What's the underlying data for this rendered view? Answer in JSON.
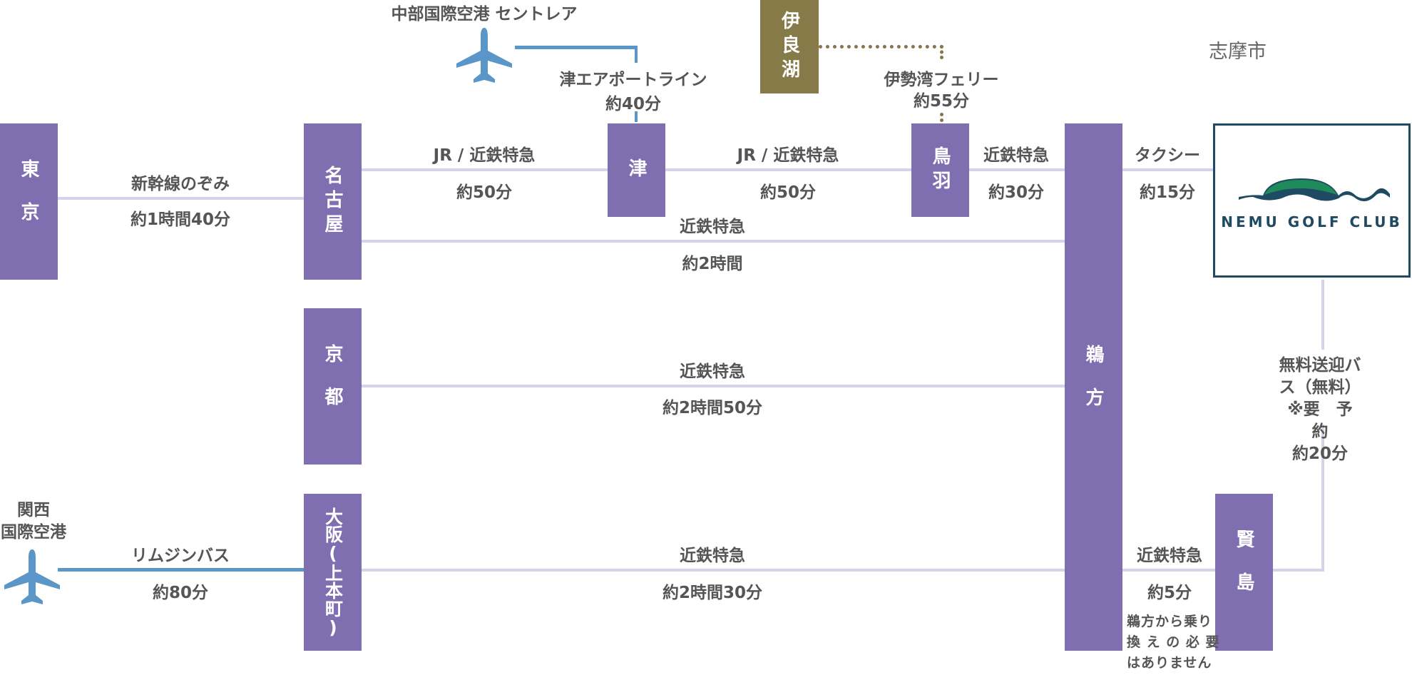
{
  "city_label": "志摩市",
  "stations": {
    "tokyo": "東京",
    "nagoya": "名古屋",
    "kyoto": "京都",
    "osaka": "大阪(上本町)",
    "tsu": "津",
    "toba": "鳥羽",
    "ugata": "鵜方",
    "kashikojima": "賢島",
    "irago": "伊良湖"
  },
  "airports": {
    "chubu": "中部国際空港 セントレア",
    "kansai": "関西\n国際空港"
  },
  "routes": {
    "tokyo_nagoya": {
      "name": "新幹線のぞみ",
      "time": "約1時間40分"
    },
    "nagoya_tsu": {
      "name": "JR / 近鉄特急",
      "time": "約50分"
    },
    "tsu_toba": {
      "name": "JR / 近鉄特急",
      "time": "約50分"
    },
    "toba_ugata": {
      "name": "近鉄特急",
      "time": "約30分"
    },
    "nagoya_ugata": {
      "name": "近鉄特急",
      "time": "約2時間"
    },
    "kyoto_ugata": {
      "name": "近鉄特急",
      "time": "約2時間50分"
    },
    "osaka_ugata": {
      "name": "近鉄特急",
      "time": "約2時間30分"
    },
    "kansai_osaka": {
      "name": "リムジンバス",
      "time": "約80分"
    },
    "chubu_tsu": {
      "name": "津エアポートライン",
      "time": "約40分"
    },
    "irago_toba": {
      "name": "伊勢湾フェリー",
      "time": "約55分"
    },
    "ugata_club": {
      "name": "タクシー",
      "time": "約15分"
    },
    "ugata_kashikojima": {
      "name": "近鉄特急",
      "time": "約5分",
      "note": "鵜方から乗り\n換 え の 必 要\nはありません"
    },
    "kashikojima_club": {
      "name": "無料送迎バス（無料）\n※要　予　約\n約20分"
    }
  },
  "logo": {
    "text": "NEMU GOLF CLUB"
  },
  "colors": {
    "station": "#7f6fb0",
    "lake": "#857a48",
    "rail_line": "#d6d3e8",
    "air_line": "#5a96c7",
    "ferry_line": "#86754a",
    "logo_navy": "#1f4a63",
    "logo_green": "#1f8a5a"
  }
}
